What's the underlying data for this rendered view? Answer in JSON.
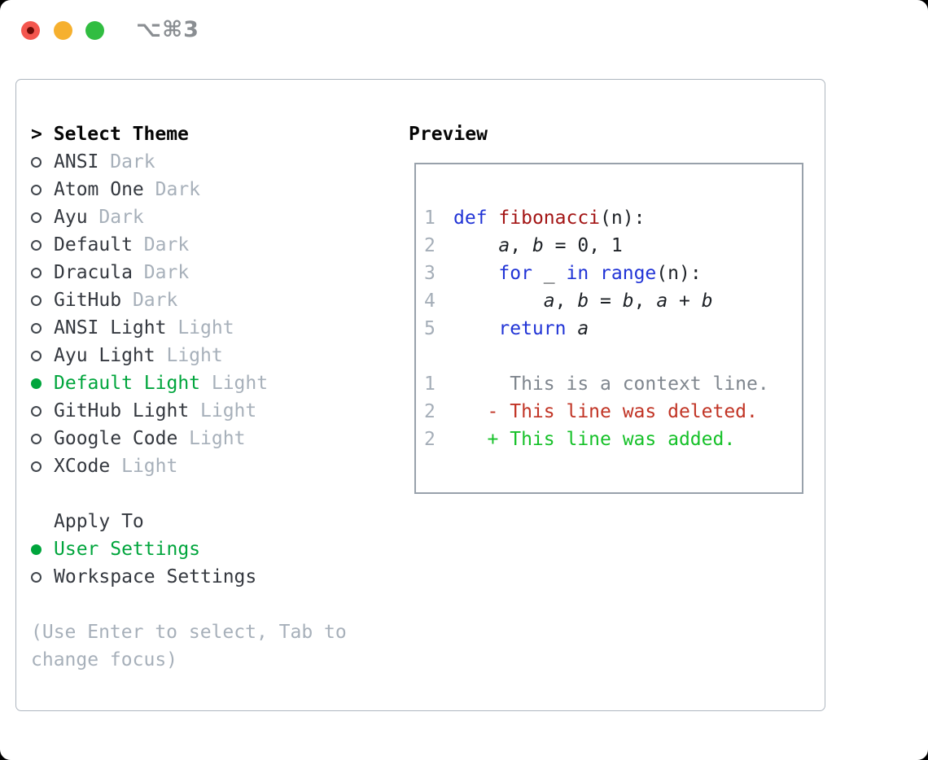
{
  "titlebar": {
    "shortcut": "⌥⌘3"
  },
  "theme_select": {
    "cursor": ">",
    "title": "Select Theme",
    "items": [
      {
        "name": "ANSI",
        "variant": "Dark",
        "selected": false
      },
      {
        "name": "Atom One",
        "variant": "Dark",
        "selected": false
      },
      {
        "name": "Ayu",
        "variant": "Dark",
        "selected": false
      },
      {
        "name": "Default",
        "variant": "Dark",
        "selected": false
      },
      {
        "name": "Dracula",
        "variant": "Dark",
        "selected": false
      },
      {
        "name": "GitHub",
        "variant": "Dark",
        "selected": false
      },
      {
        "name": "ANSI Light",
        "variant": "Light",
        "selected": false
      },
      {
        "name": "Ayu Light",
        "variant": "Light",
        "selected": false
      },
      {
        "name": "Default Light",
        "variant": "Light",
        "selected": true
      },
      {
        "name": "GitHub Light",
        "variant": "Light",
        "selected": false
      },
      {
        "name": "Google Code",
        "variant": "Light",
        "selected": false
      },
      {
        "name": "XCode",
        "variant": "Light",
        "selected": false
      }
    ]
  },
  "apply_to": {
    "title": "Apply To",
    "options": [
      {
        "label": "User Settings",
        "selected": true
      },
      {
        "label": "Workspace Settings",
        "selected": false
      }
    ]
  },
  "help_lines": [
    "(Use Enter to select, Tab to",
    "change focus)"
  ],
  "preview": {
    "title": "Preview",
    "code_lines": [
      {
        "num": "1",
        "tokens": [
          {
            "t": "def",
            "c": "kw"
          },
          {
            "t": " "
          },
          {
            "t": "fibonacci",
            "c": "fn"
          },
          {
            "t": "(n):"
          }
        ]
      },
      {
        "num": "2",
        "tokens": [
          {
            "t": "    "
          },
          {
            "t": "a",
            "c": "var"
          },
          {
            "t": ", "
          },
          {
            "t": "b",
            "c": "var"
          },
          {
            "t": " = 0, 1"
          }
        ]
      },
      {
        "num": "3",
        "tokens": [
          {
            "t": "    "
          },
          {
            "t": "for",
            "c": "kw"
          },
          {
            "t": " _ "
          },
          {
            "t": "in",
            "c": "kw"
          },
          {
            "t": " "
          },
          {
            "t": "range",
            "c": "kw"
          },
          {
            "t": "(n):"
          }
        ]
      },
      {
        "num": "4",
        "tokens": [
          {
            "t": "        "
          },
          {
            "t": "a",
            "c": "var"
          },
          {
            "t": ", "
          },
          {
            "t": "b",
            "c": "var"
          },
          {
            "t": " = "
          },
          {
            "t": "b",
            "c": "var"
          },
          {
            "t": ", "
          },
          {
            "t": "a",
            "c": "var"
          },
          {
            "t": " + "
          },
          {
            "t": "b",
            "c": "var"
          }
        ]
      },
      {
        "num": "5",
        "tokens": [
          {
            "t": "    "
          },
          {
            "t": "return",
            "c": "kw"
          },
          {
            "t": " "
          },
          {
            "t": "a",
            "c": "var"
          }
        ]
      }
    ],
    "diff_lines": [
      {
        "num": "1",
        "text": "     This is a context line.",
        "type": "context"
      },
      {
        "num": "2",
        "text": "   - This line was deleted.",
        "type": "deleted"
      },
      {
        "num": "2",
        "text": "   + This line was added.",
        "type": "added"
      }
    ]
  },
  "colors": {
    "accent_green": "#00a53c",
    "keyword_blue": "#2134d6",
    "function_red": "#a31515",
    "muted_gray": "#a7b0ba",
    "line_number_gray": "#a5aeb8",
    "diff_context_gray": "#7f868e",
    "diff_deleted_red": "#c13425",
    "diff_added_green": "#16c129",
    "traffic_red": "#f4564e",
    "traffic_yellow": "#f6b02e",
    "traffic_green": "#31bd41"
  }
}
